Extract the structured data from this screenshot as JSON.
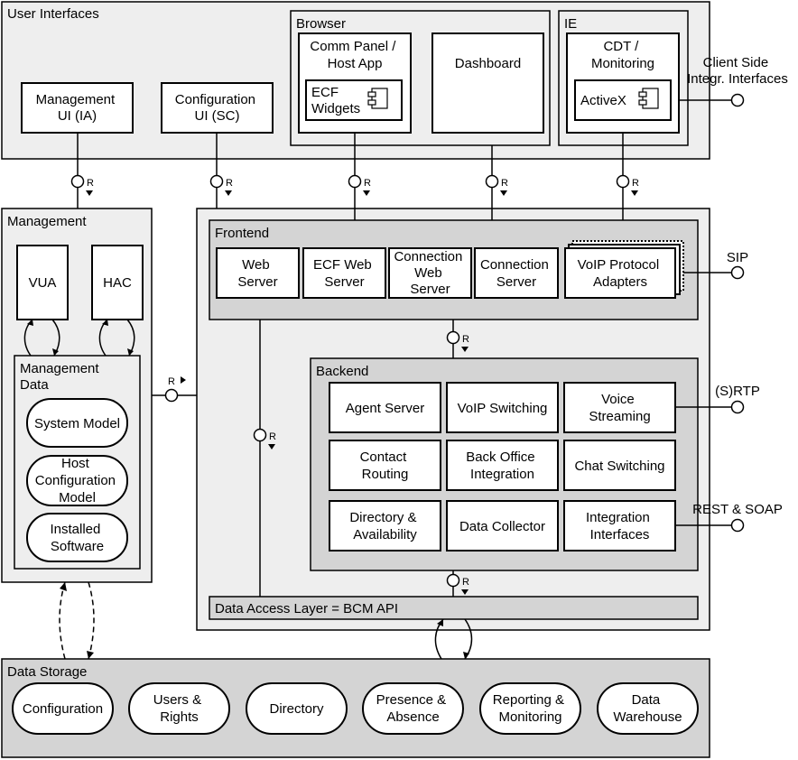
{
  "colors": {
    "group_light": "#eeeeee",
    "group_dark": "#d4d4d4",
    "box": "#ffffff",
    "line": "#000000"
  },
  "groups": {
    "user_interfaces": "User Interfaces",
    "browser": "Browser",
    "ie": "IE",
    "management": "Management",
    "management_data": [
      "Management",
      "Data"
    ],
    "frontend": "Frontend",
    "backend": "Backend",
    "data_access": "Data Access Layer = BCM API",
    "data_storage": "Data Storage"
  },
  "ui": {
    "management_ui": [
      "Management",
      "UI (IA)"
    ],
    "configuration_ui": [
      "Configuration",
      "UI (SC)"
    ],
    "comm_panel": [
      "Comm Panel /",
      "Host App"
    ],
    "ecf_widgets": [
      "ECF",
      "Widgets"
    ],
    "dashboard": "Dashboard",
    "cdt_monitoring": [
      "CDT /",
      "Monitoring"
    ],
    "activex": "ActiveX"
  },
  "management": {
    "vua": "VUA",
    "hac": "HAC",
    "system_model": "System Model",
    "host_config_model": [
      "Host",
      "Configuration",
      "Model"
    ],
    "installed_software": [
      "Installed",
      "Software"
    ]
  },
  "frontend": {
    "web_server": [
      "Web",
      "Server"
    ],
    "ecf_web_server": [
      "ECF Web",
      "Server"
    ],
    "connection_web_server": [
      "Connection",
      "Web",
      "Server"
    ],
    "connection_server": [
      "Connection",
      "Server"
    ],
    "voip_protocol_adapters": [
      "VoIP Protocol",
      "Adapters"
    ]
  },
  "backend": {
    "agent_server": "Agent Server",
    "voip_switching": "VoIP Switching",
    "voice_streaming": [
      "Voice",
      "Streaming"
    ],
    "contact_routing": [
      "Contact",
      "Routing"
    ],
    "back_office_integration": [
      "Back Office",
      "Integration"
    ],
    "chat_switching": "Chat Switching",
    "directory_availability": [
      "Directory &",
      "Availability"
    ],
    "data_collector": "Data Collector",
    "integration_interfaces": [
      "Integration",
      "Interfaces"
    ]
  },
  "storage": {
    "configuration": "Configuration",
    "users_rights": [
      "Users &",
      "Rights"
    ],
    "directory": "Directory",
    "presence_absence": [
      "Presence &",
      "Absence"
    ],
    "reporting_monitoring": [
      "Reporting &",
      "Monitoring"
    ],
    "data_warehouse": [
      "Data",
      "Warehouse"
    ]
  },
  "external": {
    "client_side": [
      "Client Side",
      "Integr. Interfaces"
    ],
    "sip": "SIP",
    "srtp": "(S)RTP",
    "rest_soap": "REST & SOAP"
  },
  "port_label": "R"
}
